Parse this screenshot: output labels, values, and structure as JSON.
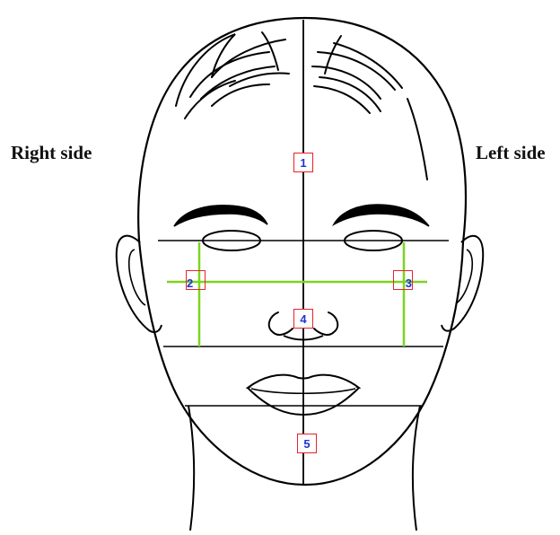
{
  "labels": {
    "right_side": "Right side",
    "left_side": "Left side"
  },
  "regions": [
    {
      "id": "1"
    },
    {
      "id": "2"
    },
    {
      "id": "3"
    },
    {
      "id": "4"
    },
    {
      "id": "5"
    }
  ],
  "colors": {
    "outline": "#000000",
    "guide_lines": "#7ed321",
    "marker_border": "#e8222b",
    "marker_text": "#1f33d6"
  }
}
